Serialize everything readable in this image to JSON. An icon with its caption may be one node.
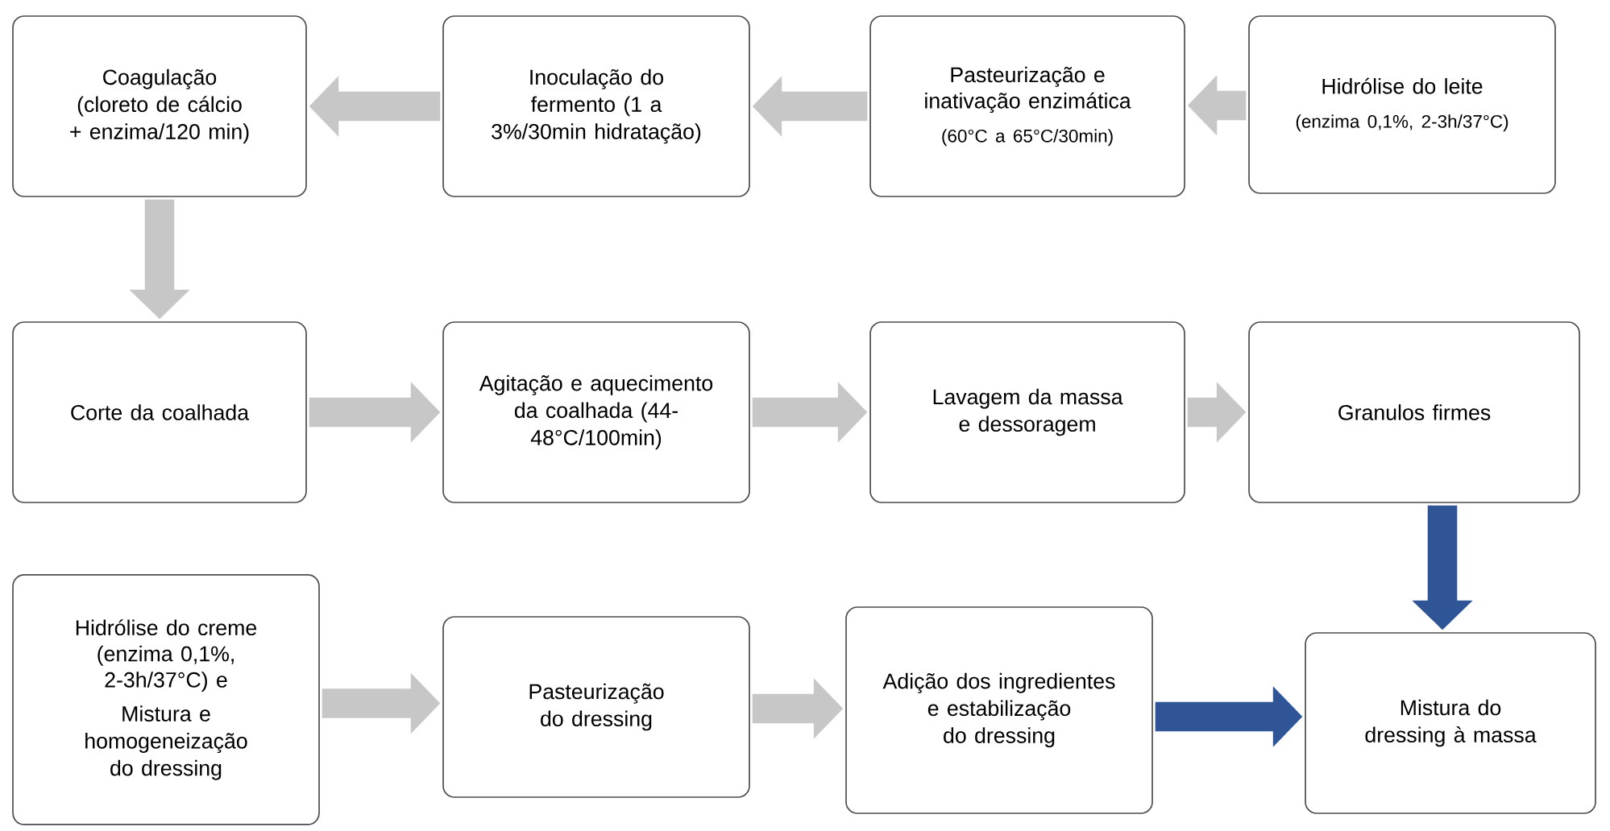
{
  "diagram": {
    "nodes": [
      {
        "text": [
          "Coagulação (cloreto de cálcio + enzima/120 min)"
        ]
      },
      {
        "text": [
          "Inoculação do fermento (1 a 3%/30min hidratação)"
        ]
      },
      {
        "text": [
          "Pasteurização e inativação enzimática",
          "(60°C a 65°C/30min)"
        ]
      },
      {
        "text": [
          "Hidrólise do leite",
          "(enzima 0,1%, 2-3h/37°C)"
        ]
      },
      {
        "text": [
          "Corte da coalhada"
        ]
      },
      {
        "text": [
          "Agitação e aquecimento da coalhada (44-48°C/100min)"
        ]
      },
      {
        "text": [
          "Lavagem da massa e dessoragem"
        ]
      },
      {
        "text": [
          "Granulos firmes"
        ]
      },
      {
        "text": [
          "Hidrólise do creme (enzima 0,1%, 2-3h/37°C) e",
          "Mistura e homogeneização do dressing"
        ]
      },
      {
        "text": [
          "Pasteurização do dressing"
        ]
      },
      {
        "text": [
          "Adição dos ingredientes e estabilização do dressing"
        ]
      },
      {
        "text": [
          "Mistura do dressing à massa"
        ]
      }
    ],
    "edges": [
      {
        "from": 3,
        "to": 2,
        "arrow": "to"
      },
      {
        "from": 2,
        "to": 1,
        "arrow": "to"
      },
      {
        "from": 1,
        "to": 0,
        "arrow": "to"
      },
      {
        "from": 0,
        "to": 4,
        "arrow": "to"
      },
      {
        "from": 4,
        "to": 5,
        "arrow": "to"
      },
      {
        "from": 5,
        "to": 6,
        "arrow": "to"
      },
      {
        "from": 6,
        "to": 7,
        "arrow": "to"
      },
      {
        "from": 7,
        "to": 11,
        "arrow": "to",
        "color": "#2f5597"
      },
      {
        "from": 8,
        "to": 9,
        "arrow": "to"
      },
      {
        "from": 9,
        "to": 10,
        "arrow": "to"
      },
      {
        "from": 10,
        "to": 11,
        "arrow": "to",
        "color": "#2f5597"
      }
    ]
  }
}
